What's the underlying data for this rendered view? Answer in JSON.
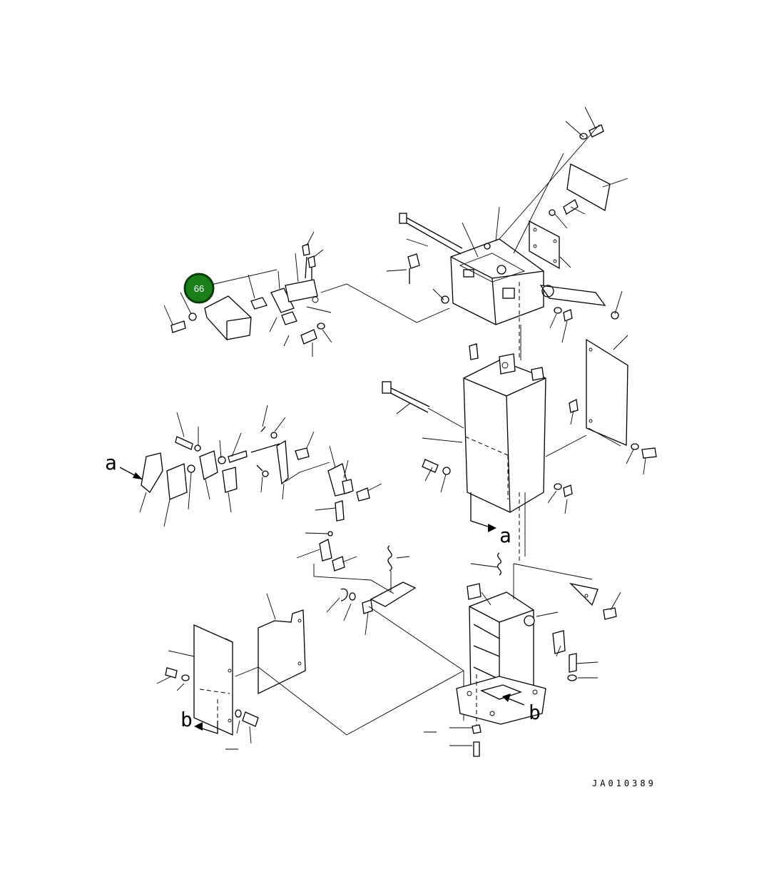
{
  "diagram": {
    "drawing_code": "JA010389",
    "callout_badge": {
      "label": "66",
      "color": "#1a7f1a"
    },
    "view_marks": [
      {
        "id": "a-left",
        "text": "a"
      },
      {
        "id": "a-right",
        "text": "a"
      },
      {
        "id": "b-right",
        "text": "b"
      },
      {
        "id": "b-left",
        "text": "b"
      }
    ]
  }
}
